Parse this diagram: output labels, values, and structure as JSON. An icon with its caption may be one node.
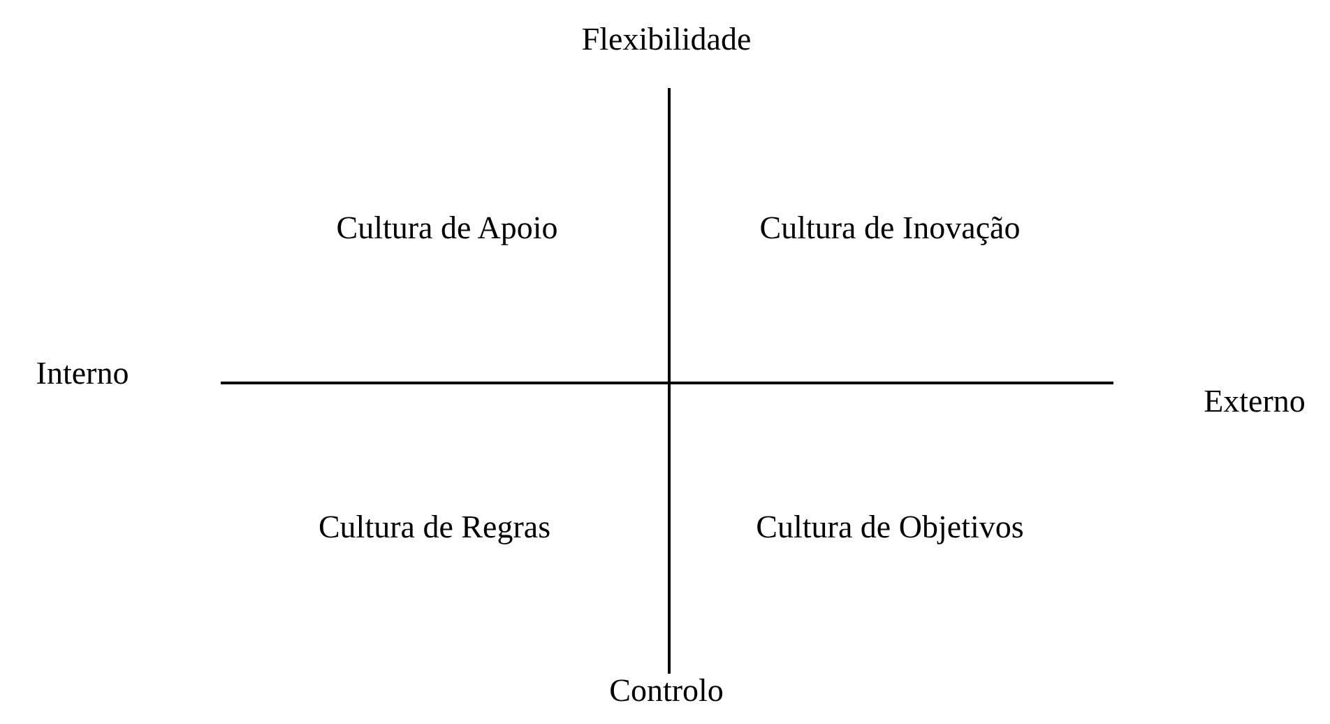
{
  "diagram": {
    "labels": [
      "Flexibilidade",
      "Cultura de Apoio",
      "Cultura de Inovação",
      "Interno",
      "Externo",
      "Cultura de Regras",
      "Cultura de Objetivos",
      "Controlo"
    ]
  }
}
